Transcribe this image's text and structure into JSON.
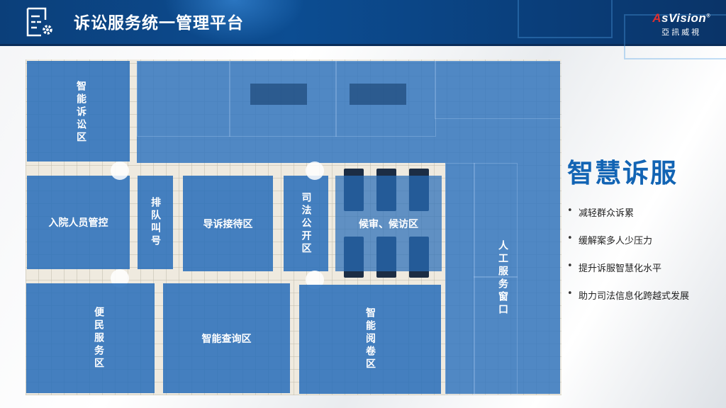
{
  "header": {
    "title": "诉讼服务统一管理平台",
    "icon": "document-settings-icon",
    "logo": {
      "brand_prefix": "A",
      "brand_rest": "sVision",
      "registered": "®",
      "subtitle": "亞訊威視"
    }
  },
  "floor_plan": {
    "zones": [
      {
        "id": "smart-litigation",
        "label": "智能诉讼区",
        "vertical": true
      },
      {
        "id": "entry-control",
        "label": "入院人员管控",
        "vertical": false
      },
      {
        "id": "queue-call",
        "label": "排队叫号",
        "vertical": true
      },
      {
        "id": "reception",
        "label": "导诉接待区",
        "vertical": false
      },
      {
        "id": "judicial-disclosure",
        "label": "司法公开区",
        "vertical": true
      },
      {
        "id": "waiting",
        "label": "候审、候访区",
        "vertical": false
      },
      {
        "id": "manual-window",
        "label": "人工服务窗口",
        "vertical": true
      },
      {
        "id": "convenience",
        "label": "便民服务区",
        "vertical": true
      },
      {
        "id": "smart-query",
        "label": "智能查询区",
        "vertical": false
      },
      {
        "id": "smart-reading",
        "label": "智能阅卷区",
        "vertical": true
      }
    ]
  },
  "side_panel": {
    "heading": "智慧诉服",
    "bullets": [
      "减轻群众诉累",
      "缓解案多人少压力",
      "提升诉服智慧化水平",
      "助力司法信息化跨越式发展"
    ]
  },
  "colors": {
    "header_bg": "#0c4d92",
    "zone_blue": "#2e6eb5",
    "heading_blue": "#1264b4"
  }
}
